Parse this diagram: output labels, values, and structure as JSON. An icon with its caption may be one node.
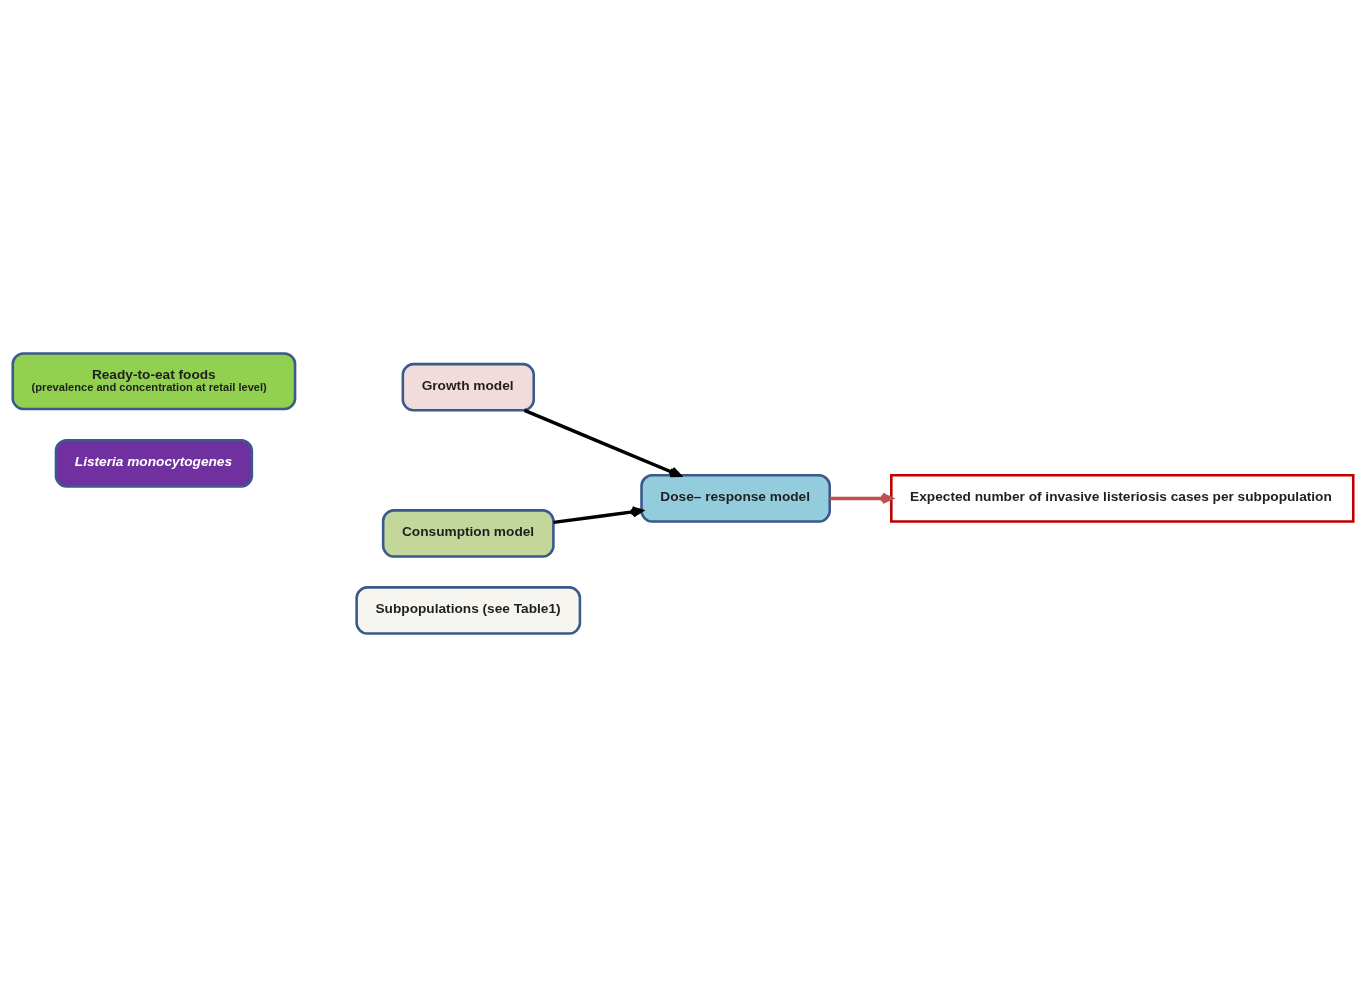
{
  "diagram": {
    "nodes": [
      {
        "text": [
          "Ready-to-eat foods",
          "(prevalence and concentration at retail level)"
        ]
      },
      {
        "text": [
          "Listeria monocytogenes"
        ]
      },
      {
        "text": [
          "Growth model"
        ]
      },
      {
        "text": [
          "Consumption model"
        ]
      },
      {
        "text": [
          "Dose– response model"
        ]
      },
      {
        "text": [
          "Subpopulations (see Table1)"
        ]
      },
      {
        "text": [
          "Expected number of invasive listeriosis cases per subpopulation"
        ]
      }
    ],
    "edges": [
      {
        "from": 2,
        "to": 4,
        "arrow": "to"
      },
      {
        "from": 3,
        "to": 4,
        "arrow": "to"
      },
      {
        "from": 4,
        "to": 6,
        "arrow": "to",
        "color": "#c0504d"
      }
    ]
  }
}
